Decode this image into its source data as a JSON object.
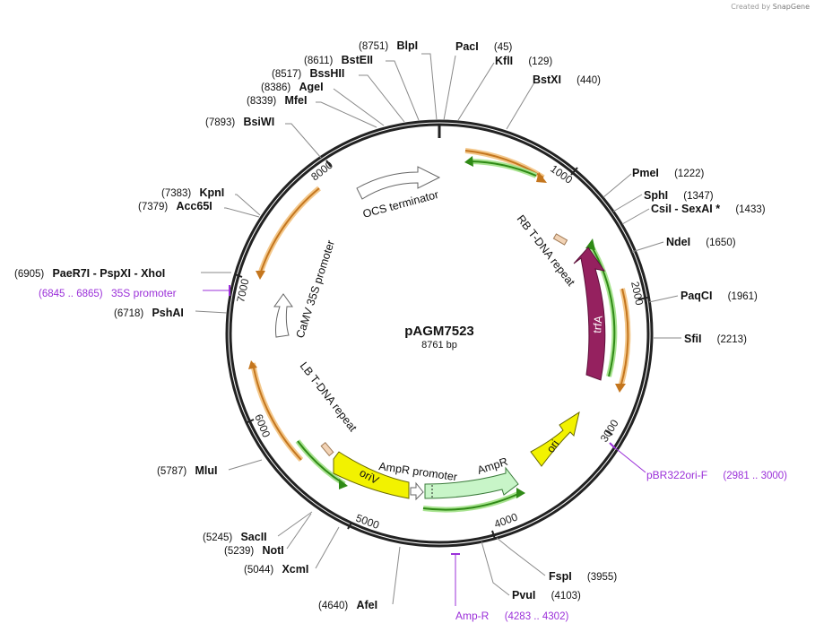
{
  "credit": {
    "prefix": "Created by",
    "brand": "SnapGene"
  },
  "plasmid": {
    "name": "pAGM7523",
    "size_label": "8761 bp",
    "length_bp": 8761
  },
  "ticks": [
    {
      "label": "1000",
      "bp": 1000
    },
    {
      "label": "2000",
      "bp": 2000
    },
    {
      "label": "3000",
      "bp": 3000
    },
    {
      "label": "4000",
      "bp": 4000
    },
    {
      "label": "5000",
      "bp": 5000
    },
    {
      "label": "6000",
      "bp": 6000
    },
    {
      "label": "7000",
      "bp": 7000
    },
    {
      "label": "8000",
      "bp": 8000
    }
  ],
  "enzymes": [
    {
      "name": "BlpI",
      "pos": "(8751)",
      "bp": 8751
    },
    {
      "name": "BstEII",
      "pos": "(8611)",
      "bp": 8611
    },
    {
      "name": "BssHII",
      "pos": "(8517)",
      "bp": 8517
    },
    {
      "name": "AgeI",
      "pos": "(8386)",
      "bp": 8386
    },
    {
      "name": "MfeI",
      "pos": "(8339)",
      "bp": 8339
    },
    {
      "name": "BsiWI",
      "pos": "(7893)",
      "bp": 7893
    },
    {
      "name": "KpnI",
      "pos": "(7383)",
      "bp": 7383
    },
    {
      "name": "Acc65I",
      "pos": "(7379)",
      "bp": 7379
    },
    {
      "name": "PaeR7I - PspXI - XhoI",
      "pos": "(6905)",
      "bp": 6905
    },
    {
      "name": "PshAI",
      "pos": "(6718)",
      "bp": 6718
    },
    {
      "name": "MluI",
      "pos": "(5787)",
      "bp": 5787
    },
    {
      "name": "SacII",
      "pos": "(5245)",
      "bp": 5245
    },
    {
      "name": "NotI",
      "pos": "(5239)",
      "bp": 5239
    },
    {
      "name": "XcmI",
      "pos": "(5044)",
      "bp": 5044
    },
    {
      "name": "AfeI",
      "pos": "(4640)",
      "bp": 4640
    },
    {
      "name": "PacI",
      "pos": "(45)",
      "bp": 45
    },
    {
      "name": "KflI",
      "pos": "(129)",
      "bp": 129
    },
    {
      "name": "BstXI",
      "pos": "(440)",
      "bp": 440
    },
    {
      "name": "PmeI",
      "pos": "(1222)",
      "bp": 1222
    },
    {
      "name": "SphI",
      "pos": "(1347)",
      "bp": 1347
    },
    {
      "name": "CsiI - SexAI *",
      "pos": "(1433)",
      "bp": 1433
    },
    {
      "name": "NdeI",
      "pos": "(1650)",
      "bp": 1650
    },
    {
      "name": "PaqCI",
      "pos": "(1961)",
      "bp": 1961
    },
    {
      "name": "SfiI",
      "pos": "(2213)",
      "bp": 2213
    },
    {
      "name": "FspI",
      "pos": "(3955)",
      "bp": 3955
    },
    {
      "name": "PvuI",
      "pos": "(4103)",
      "bp": 4103
    }
  ],
  "primers": [
    {
      "name": "35S promoter",
      "range": "(6845 .. 6865)",
      "bp": 6855
    },
    {
      "name": "pBR322ori-F",
      "range": "(2981 .. 3000)",
      "bp": 2990
    },
    {
      "name": "Amp-R",
      "range": "(4283 .. 4302)",
      "bp": 4292
    }
  ],
  "features": [
    {
      "label": "OCS terminator",
      "kind": "terminator"
    },
    {
      "label": "RB T-DNA repeat",
      "kind": "repeat"
    },
    {
      "label": "trfA",
      "kind": "cds"
    },
    {
      "label": "ori",
      "kind": "ori"
    },
    {
      "label": "AmpR",
      "kind": "cds"
    },
    {
      "label": "AmpR promoter",
      "kind": "promoter"
    },
    {
      "label": "oriV",
      "kind": "ori"
    },
    {
      "label": "LB T-DNA repeat",
      "kind": "repeat"
    },
    {
      "label": "CaMV 35S promoter",
      "kind": "promoter"
    }
  ],
  "colors": {
    "backbone": "#222222",
    "enzyme_line": "#888888",
    "primer": "#9b30d9",
    "orf_orange": "#f3a845",
    "orf_green": "#3aa01d",
    "trfA": "#95215f",
    "ori": "#f2f200",
    "ampR": "#c8f5c8",
    "repeat": "#f2d3b5"
  }
}
